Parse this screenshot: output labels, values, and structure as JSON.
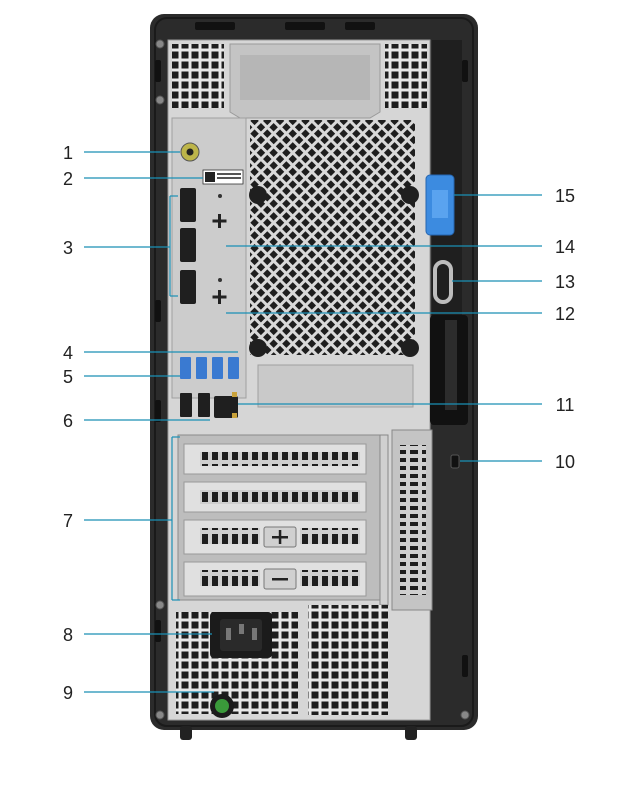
{
  "colors": {
    "callout_line": "#1a8fb5",
    "chassis_dark": "#2b2b2b",
    "panel_light": "#d6d6d6",
    "port_blue": "#3a7ad1",
    "release_latch": "#3c8be0",
    "power_button": "#3a9a3a"
  },
  "components": [
    {
      "icon": "headset-jack-icon"
    },
    {
      "icon": "service-tag-label"
    },
    {
      "icon": "displayport-icon"
    },
    {
      "icon": "usb-icon"
    },
    {
      "icon": "usb-superspeed-icon"
    },
    {
      "icon": "usb-icon"
    },
    {
      "icon": "expansion-slot-icon"
    },
    {
      "icon": "power-connector-icon"
    },
    {
      "icon": "power-button-icon"
    },
    {
      "icon": "security-slot-icon"
    },
    {
      "icon": "ethernet-icon"
    },
    {
      "icon": "module-bay-icon"
    },
    {
      "icon": "padlock-ring-icon"
    },
    {
      "icon": "module-bay-icon"
    },
    {
      "icon": "release-latch-icon"
    }
  ],
  "callouts": [
    {
      "label": "1"
    },
    {
      "label": "2"
    },
    {
      "label": "3"
    },
    {
      "label": "4"
    },
    {
      "label": "5"
    },
    {
      "label": "6"
    },
    {
      "label": "7"
    },
    {
      "label": "8"
    },
    {
      "label": "9"
    },
    {
      "label": "10"
    },
    {
      "label": "11"
    },
    {
      "label": "12"
    },
    {
      "label": "13"
    },
    {
      "label": "14"
    },
    {
      "label": "15"
    }
  ]
}
